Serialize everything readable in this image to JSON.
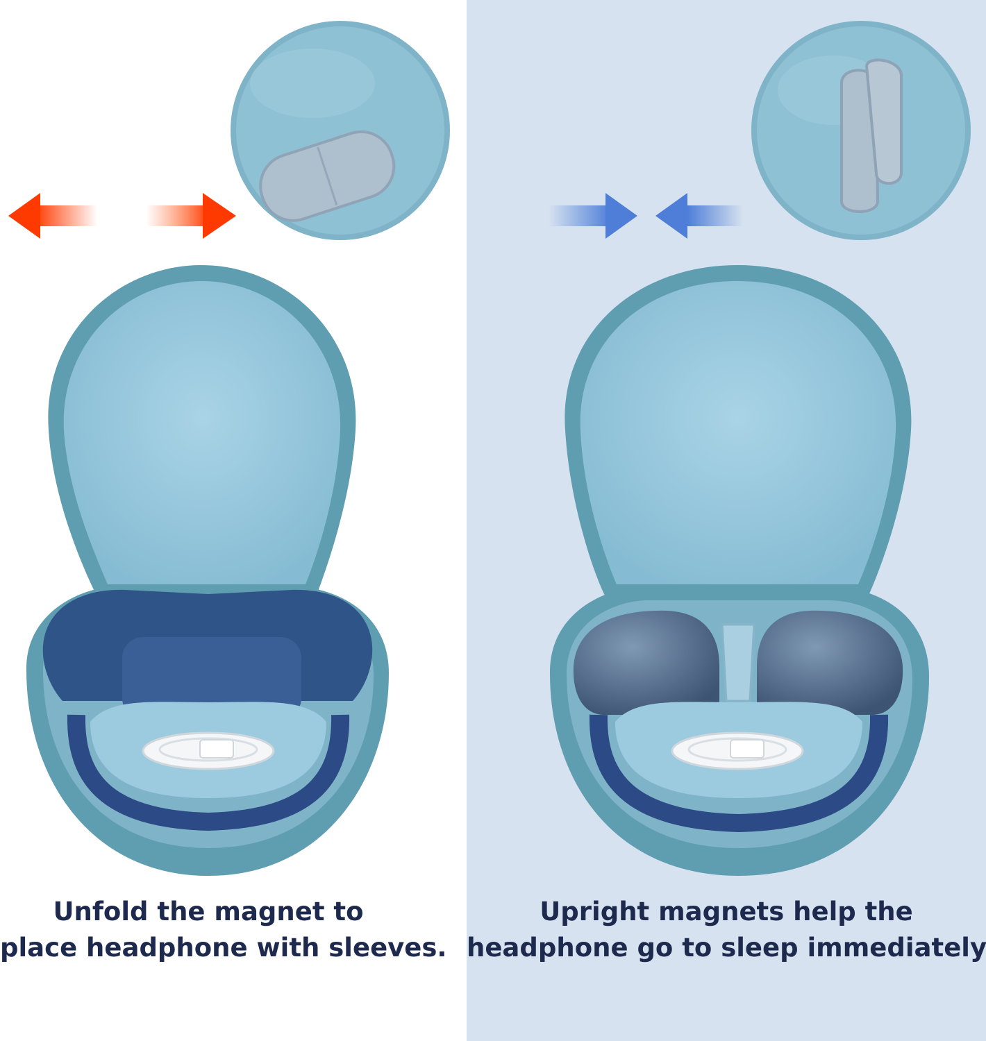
{
  "left_panel": {
    "caption_line1": "Unfold the magnet to",
    "caption_line2": "place headphone with sleeves.",
    "arrow_color": "#ff4a12",
    "background": "#ffffff"
  },
  "right_panel": {
    "caption_line1": "Upright magnets help the",
    "caption_line2": "headphone go to sleep immediately.",
    "arrow_color": "#5a85d8",
    "background": "#d6e2ef"
  },
  "colors": {
    "case_shell": "#5f9eb0",
    "case_lining": "#9ccbe0",
    "headphone_sleeve": "#2f5487",
    "headphone_band": "#2c4a86",
    "caption_text": "#1d2a4e"
  }
}
